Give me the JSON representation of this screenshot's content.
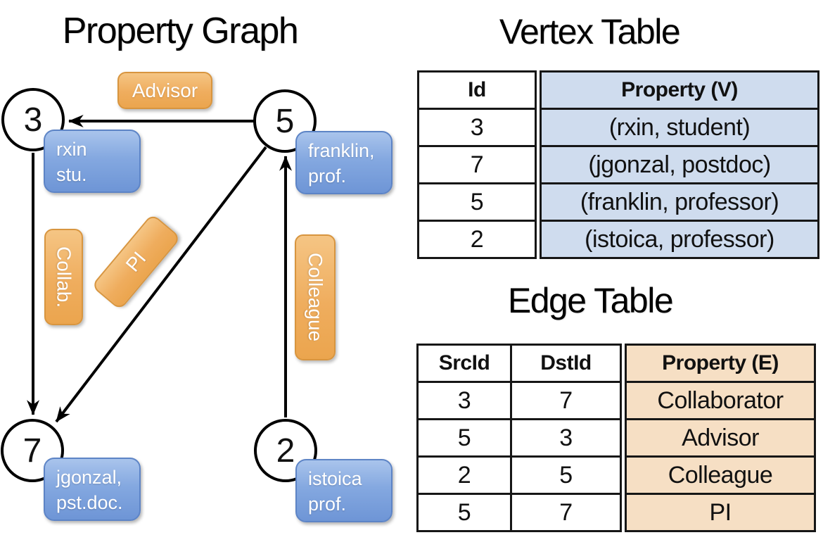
{
  "titles": {
    "graph": "Property Graph",
    "vertex_table": "Vertex Table",
    "edge_table": "Edge Table"
  },
  "graph": {
    "nodes": [
      {
        "id": "3",
        "line1": "rxin",
        "line2": "stu."
      },
      {
        "id": "5",
        "line1": "franklin,",
        "line2": "prof."
      },
      {
        "id": "7",
        "line1": "jgonzal,",
        "line2": "pst.doc."
      },
      {
        "id": "2",
        "line1": "istoica",
        "line2": "prof."
      }
    ],
    "edge_labels": {
      "advisor": "Advisor",
      "collab": "Collab.",
      "pi": "PI",
      "colleague": "Colleague"
    },
    "edges": [
      {
        "from": "5",
        "to": "3",
        "label": "Advisor"
      },
      {
        "from": "3",
        "to": "7",
        "label": "Collab."
      },
      {
        "from": "5",
        "to": "7",
        "label": "PI"
      },
      {
        "from": "2",
        "to": "5",
        "label": "Colleague"
      }
    ]
  },
  "vertex_table": {
    "headers": [
      "Id",
      "Property (V)"
    ],
    "rows": [
      [
        "3",
        "(rxin, student)"
      ],
      [
        "7",
        "(jgonzal, postdoc)"
      ],
      [
        "5",
        "(franklin, professor)"
      ],
      [
        "2",
        "(istoica, professor)"
      ]
    ]
  },
  "edge_table": {
    "headers": [
      "SrcId",
      "DstId",
      "Property (E)"
    ],
    "rows": [
      [
        "3",
        "7",
        "Collaborator"
      ],
      [
        "5",
        "3",
        "Advisor"
      ],
      [
        "2",
        "5",
        "Colleague"
      ],
      [
        "5",
        "7",
        "PI"
      ]
    ]
  },
  "colors": {
    "vertex_property_fill": "#cfdcee",
    "edge_property_fill": "#f6dfc4",
    "vertex_box_blue": "#7ea3de",
    "edge_label_orange": "#efad5e",
    "line_black": "#000000"
  }
}
